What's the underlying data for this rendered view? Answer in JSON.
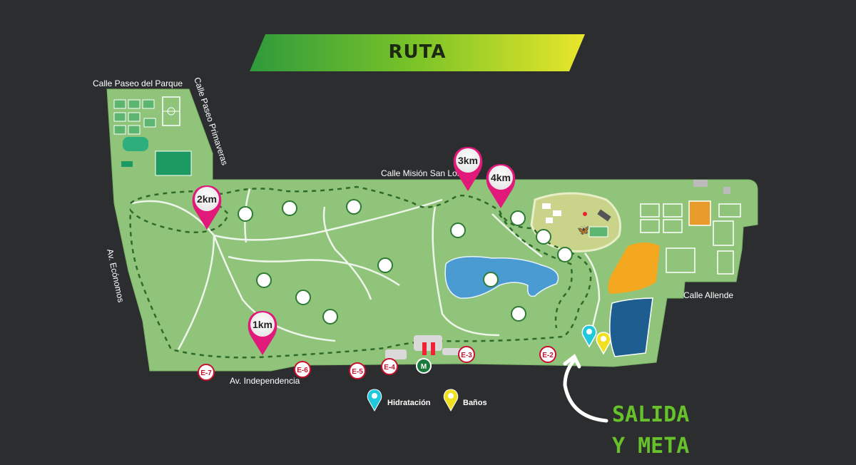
{
  "title": "RUTA",
  "streets": {
    "paseo_parque": "Calle Paseo del Parque",
    "paseo_primaveras": "Calle Paseo Primaveras",
    "mision": "Calle Misión San Lorenzo",
    "economos": "Av. Ecónomos",
    "independencia": "Av. Independencia",
    "allende": "Calle Allende"
  },
  "km_markers": [
    "1km",
    "2km",
    "3km",
    "4km"
  ],
  "exits": [
    "E-2",
    "E-3",
    "E-4",
    "E-5",
    "E-6",
    "E-7"
  ],
  "legend": {
    "hydration": "Hidratación",
    "bathrooms": "Baños"
  },
  "finish": {
    "line1": "SALIDA",
    "line2": "Y META"
  },
  "colors": {
    "background": "#2b2d2f",
    "park": "#8fc47a",
    "route": "#2e6b2a",
    "km_pin": "#e0197b",
    "hydration_pin": "#1fc8dc",
    "bathroom_pin": "#f0e020",
    "exit_border": "#c8102e",
    "finish_text": "#67c12a"
  }
}
